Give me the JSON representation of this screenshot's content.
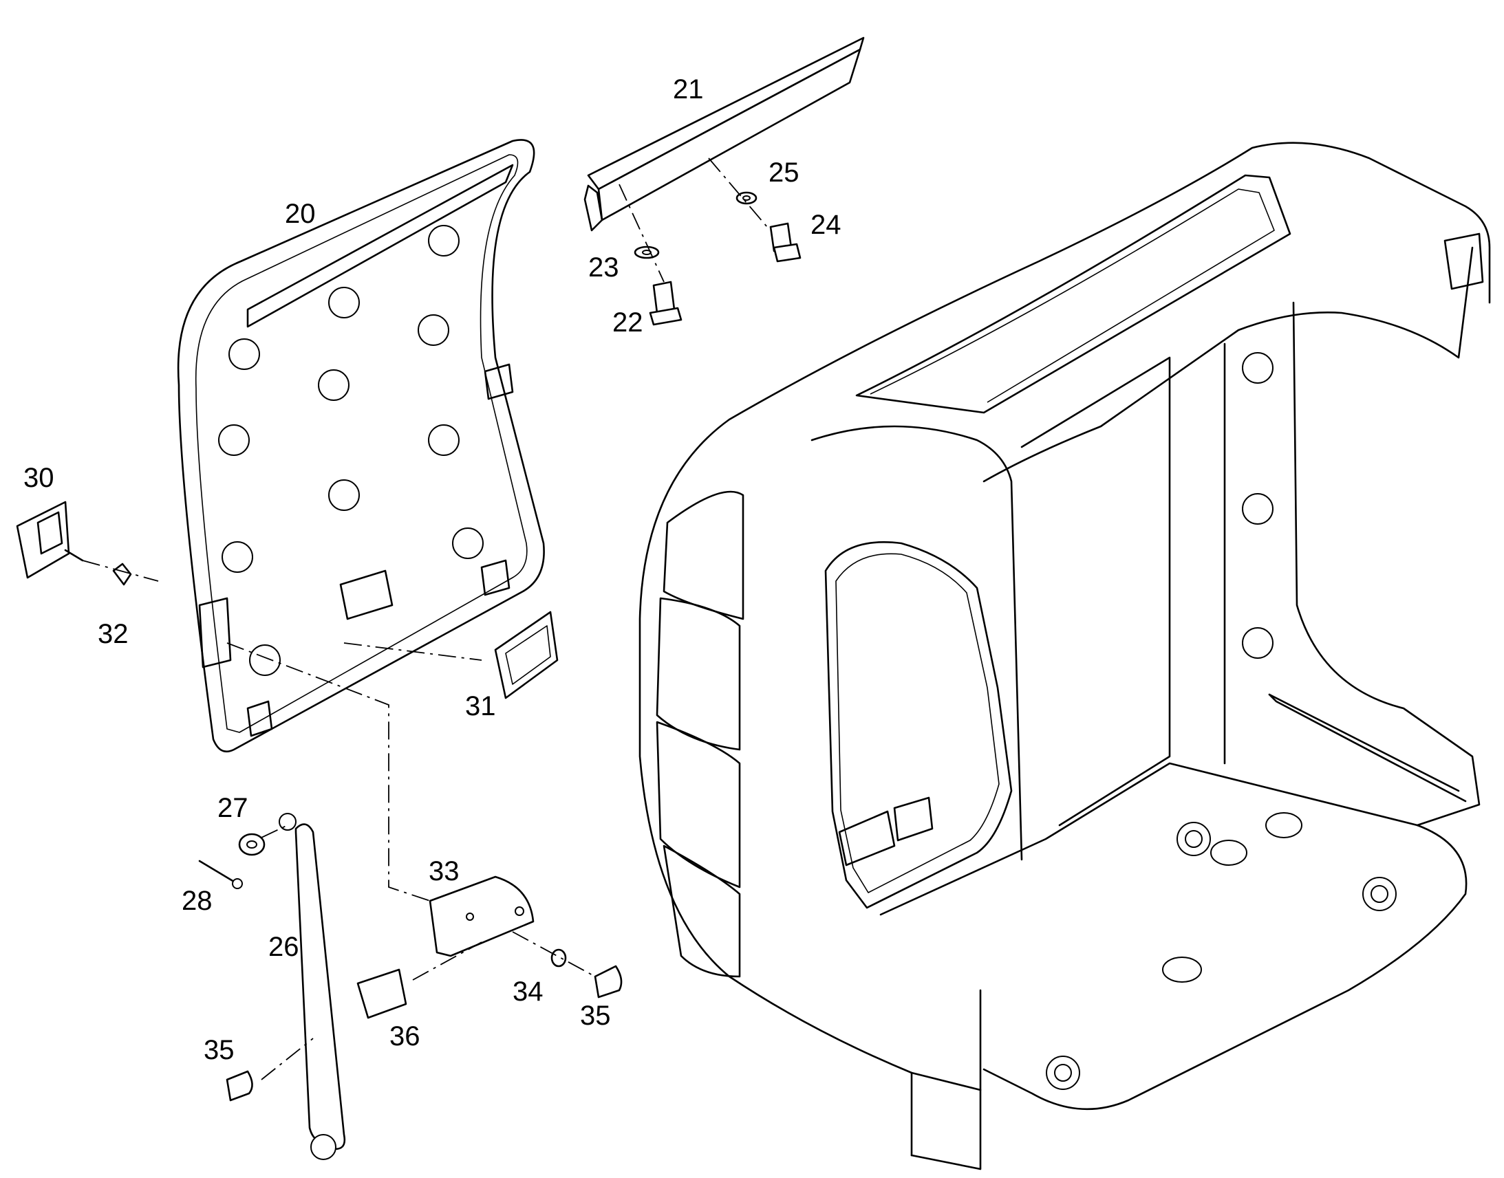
{
  "diagram": {
    "callouts": [
      {
        "id": "c20",
        "text": "20"
      },
      {
        "id": "c21",
        "text": "21"
      },
      {
        "id": "c22",
        "text": "22"
      },
      {
        "id": "c23",
        "text": "23"
      },
      {
        "id": "c24",
        "text": "24"
      },
      {
        "id": "c25",
        "text": "25"
      },
      {
        "id": "c26",
        "text": "26"
      },
      {
        "id": "c27",
        "text": "27"
      },
      {
        "id": "c28",
        "text": "28"
      },
      {
        "id": "c30",
        "text": "30"
      },
      {
        "id": "c31",
        "text": "31"
      },
      {
        "id": "c32",
        "text": "32"
      },
      {
        "id": "c33",
        "text": "33"
      },
      {
        "id": "c34",
        "text": "34"
      },
      {
        "id": "c35a",
        "text": "35"
      },
      {
        "id": "c35b",
        "text": "35"
      },
      {
        "id": "c36",
        "text": "36"
      }
    ]
  }
}
